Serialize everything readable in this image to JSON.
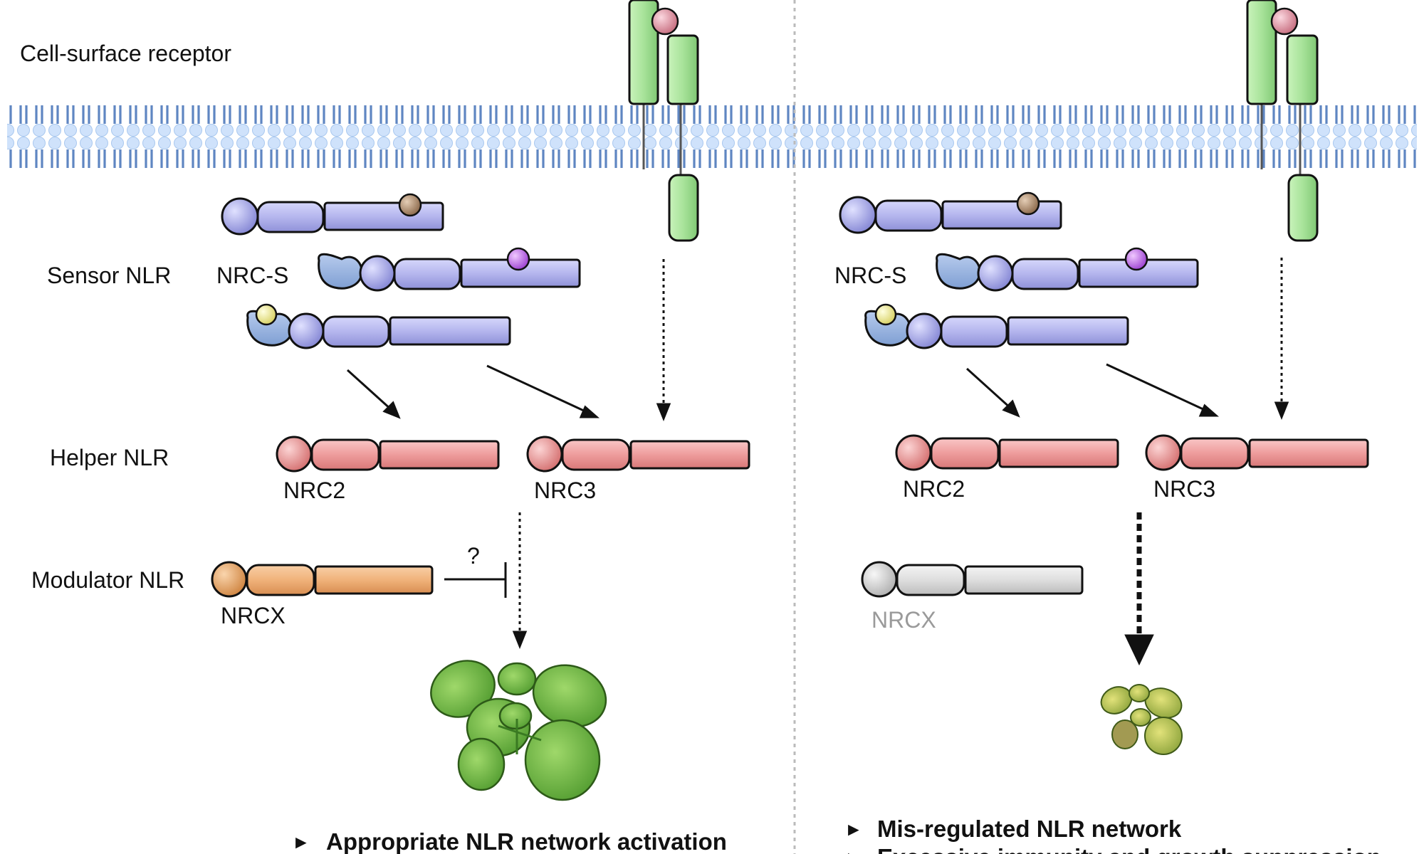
{
  "labels": {
    "cell_surface_receptor": "Cell-surface receptor",
    "sensor_nlr": "Sensor NLR",
    "helper_nlr": "Helper NLR",
    "modulator_nlr": "Modulator NLR",
    "nrc_s_left": "NRC-S",
    "nrc_s_right": "NRC-S",
    "nrc2_left": "NRC2",
    "nrc3_left": "NRC3",
    "nrcx_left": "NRCX",
    "nrc2_right": "NRC2",
    "nrc3_right": "NRC3",
    "nrcx_right": "NRCX",
    "question_mark": "?"
  },
  "outcomes": {
    "left": [
      "Appropriate NLR network activation"
    ],
    "right": [
      "Mis-regulated NLR network",
      "Excessive immunity and growth suppression"
    ]
  },
  "bullet_glyph": "►",
  "colors": {
    "membrane": "#9fc3ec",
    "receptor_green": "#a8e39a",
    "sensor_purple": "#b7b8ef",
    "helper_red": "#ef9a9a",
    "modulator_orange": "#efb079",
    "inactive_grey": "#dedede",
    "plant_green": "#7cc24a"
  }
}
